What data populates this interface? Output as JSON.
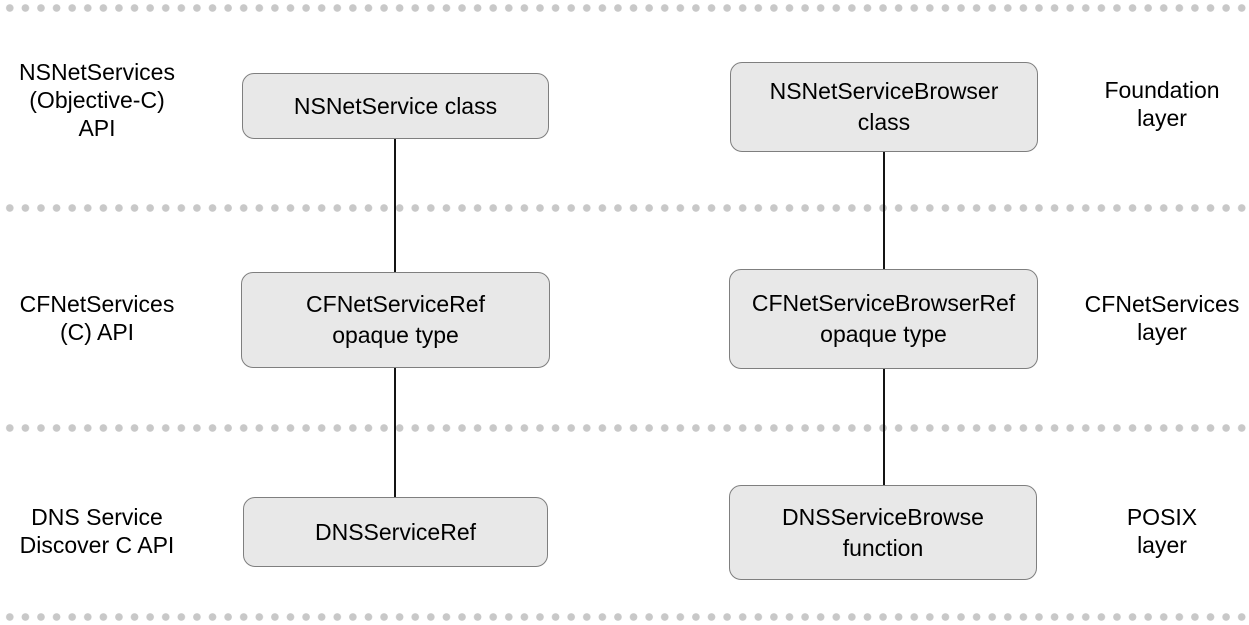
{
  "rows": [
    {
      "id": "foundation",
      "left_label": "NSNetServices\n(Objective-C)\nAPI",
      "right_label": "Foundation\nlayer",
      "boxes": [
        {
          "label": "NSNetService class"
        },
        {
          "label": "NSNetServiceBrowser\nclass"
        }
      ]
    },
    {
      "id": "cfnetservices",
      "left_label": "CFNetServices\n(C) API",
      "right_label": "CFNetServices\nlayer",
      "boxes": [
        {
          "label": "CFNetServiceRef\nopaque type"
        },
        {
          "label": "CFNetServiceBrowserRef\nopaque type"
        }
      ]
    },
    {
      "id": "posix",
      "left_label": "DNS Service\nDiscover C API",
      "right_label": "POSIX\nlayer",
      "boxes": [
        {
          "label": "DNSServiceRef"
        },
        {
          "label": "DNSServiceBrowse\nfunction"
        }
      ]
    }
  ],
  "colors": {
    "box_fill": "#e8e8e8",
    "box_border": "#7f7f7f",
    "separator_dot": "#c8c8c8",
    "connector": "#141414",
    "text": "#000000",
    "background": "#ffffff"
  }
}
